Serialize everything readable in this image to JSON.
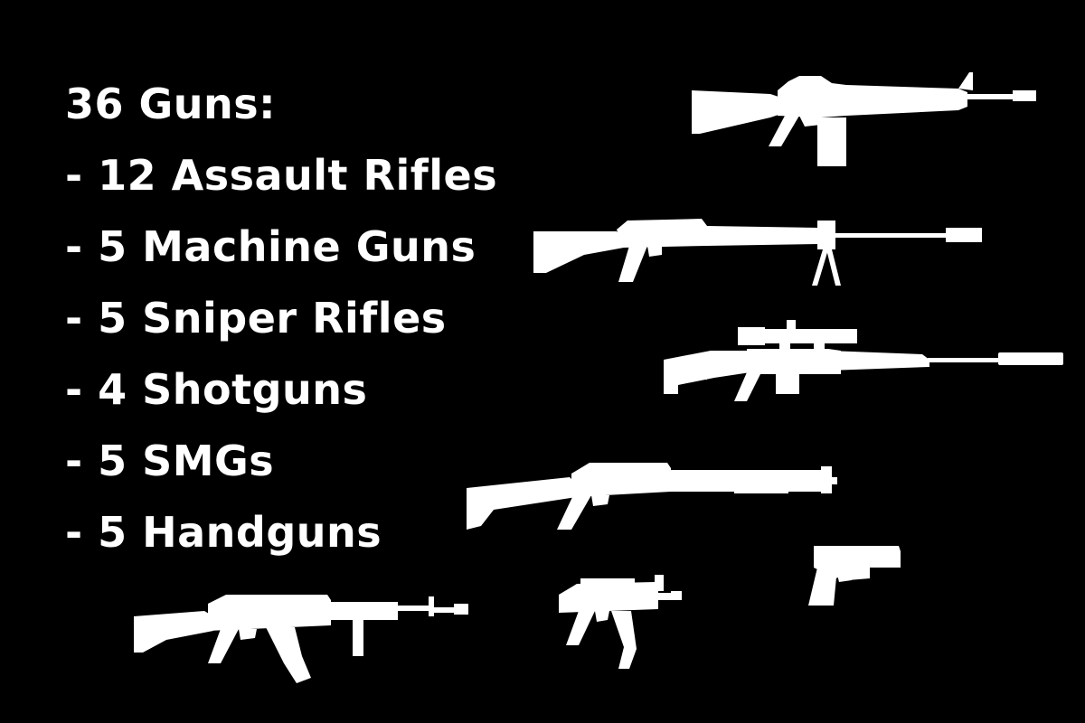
{
  "heading": "36 Guns:",
  "items": [
    "- 12 Assault Rifles",
    "- 5 Machine Guns",
    "- 5 Sniper Rifles",
    "- 4 Shotguns",
    "- 5 SMGs",
    "- 5 Handguns"
  ],
  "colors": {
    "background": "#000000",
    "foreground": "#ffffff"
  },
  "icons": [
    "assault-rifle-m16-icon",
    "machine-gun-icon",
    "sniper-rifle-icon",
    "shotgun-icon",
    "assault-rifle-ak-icon",
    "smg-icon",
    "handgun-icon"
  ]
}
